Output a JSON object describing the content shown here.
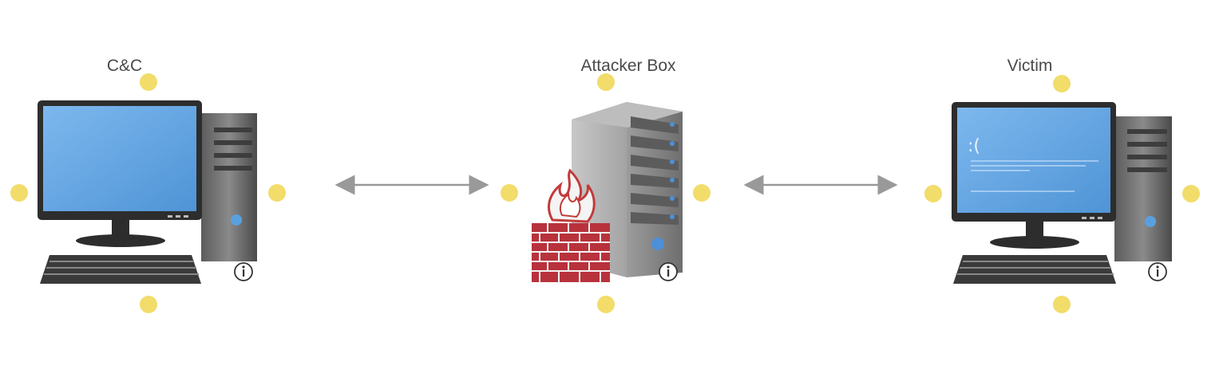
{
  "diagram": {
    "nodes": [
      {
        "id": "cc",
        "label": "C&C",
        "icon": "desktop-computer-icon"
      },
      {
        "id": "attacker",
        "label": "Attacker Box",
        "icon": "server-tower-with-firewall-icon"
      },
      {
        "id": "victim",
        "label": "Victim",
        "icon": "desktop-computer-blue-screen-icon"
      }
    ],
    "edges": [
      {
        "from": "cc",
        "to": "attacker",
        "style": "bidirectional-arrow"
      },
      {
        "from": "attacker",
        "to": "victim",
        "style": "bidirectional-arrow"
      }
    ],
    "victim_screen_text": ":(",
    "colors": {
      "connection_point": "#f2dc6a",
      "monitor_screen": "#6aa9e4",
      "arrow": "#999999",
      "firewall_brick": "#b8323c",
      "label_text": "#4a4a4a"
    }
  }
}
